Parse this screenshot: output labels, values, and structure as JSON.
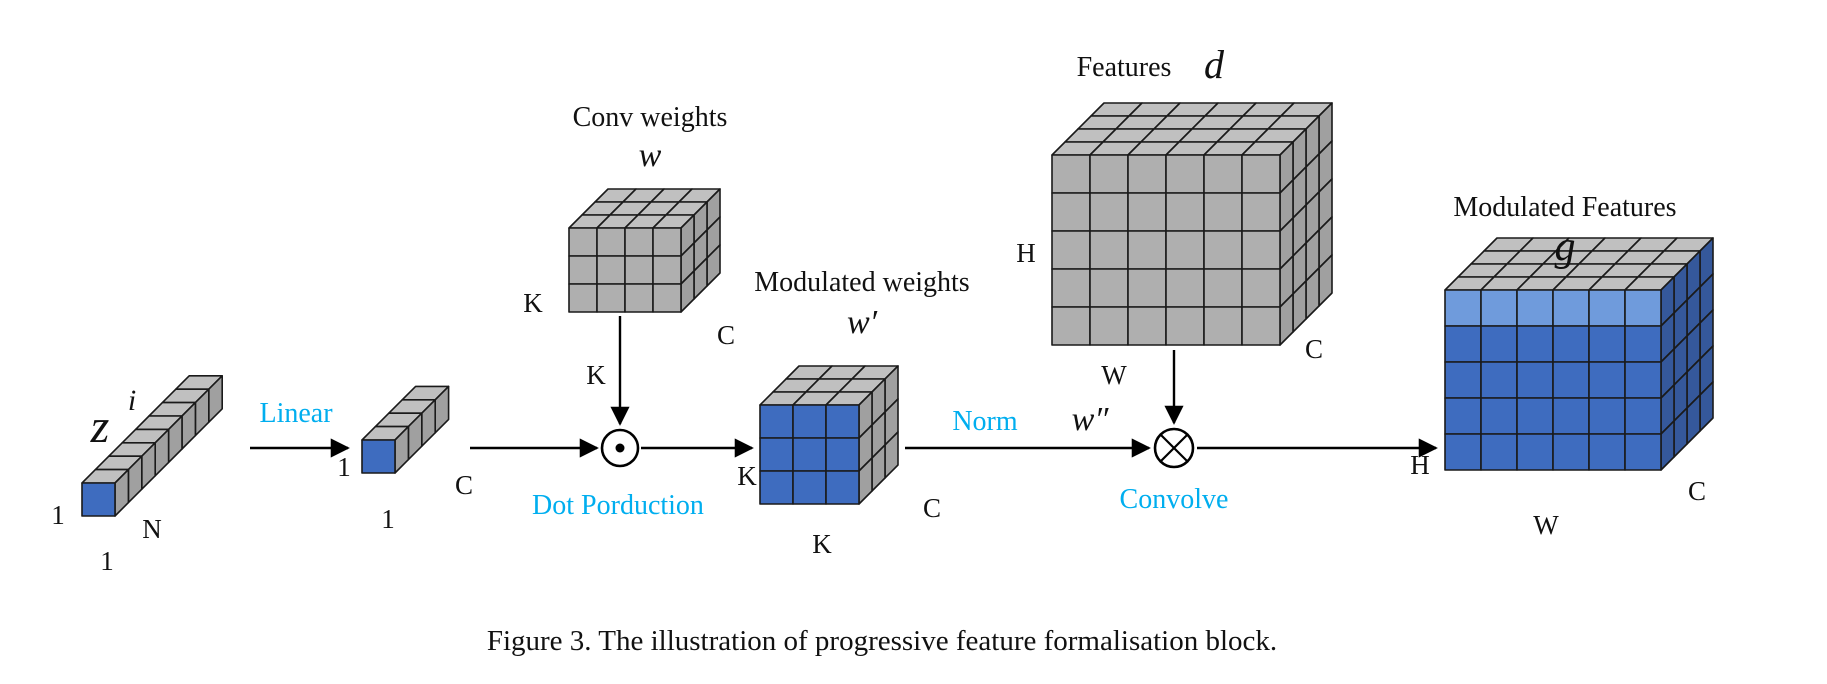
{
  "figure": {
    "caption": "Figure 3. The illustration of progressive feature formalisation block."
  },
  "colors": {
    "accent_cyan": "#00AEEF",
    "blue_front": "#3E6CBF",
    "blue_front_light": "#6F9BDC",
    "blue_side": "#35589B",
    "gray_front": "#AFAFAF",
    "gray_top": "#C0C0C0",
    "gray_side": "#A0A0A0",
    "stroke": "#1A1A1A"
  },
  "nodes": {
    "z_vector": {
      "symbol": "z",
      "superscript": "i",
      "rows_label": "1",
      "cols_label": "1",
      "depth_label": "N"
    },
    "linear_op": {
      "label": "Linear"
    },
    "c_vector": {
      "rows_label": "1",
      "cols_label": "1",
      "depth_label": "C"
    },
    "dot_op": {
      "label": "Dot Porduction"
    },
    "conv_weights": {
      "title": "Conv weights",
      "symbol": "w",
      "left_label": "K",
      "bottom_label": "K",
      "right_label": "C"
    },
    "modulated_weights": {
      "title": "Modulated weights",
      "symbol": "w′",
      "left_label": "K",
      "bottom_label": "K",
      "right_label": "C"
    },
    "norm_op": {
      "label": "Norm",
      "symbol": "w″"
    },
    "convolve_op": {
      "label": "Convolve"
    },
    "features": {
      "title": "Features",
      "symbol": "d",
      "left_label": "H",
      "bottom_label": "W",
      "right_label": "C"
    },
    "modulated_features": {
      "title": "Modulated Features",
      "symbol": "g",
      "left_label": "H",
      "bottom_label": "W",
      "right_label": "C"
    }
  }
}
